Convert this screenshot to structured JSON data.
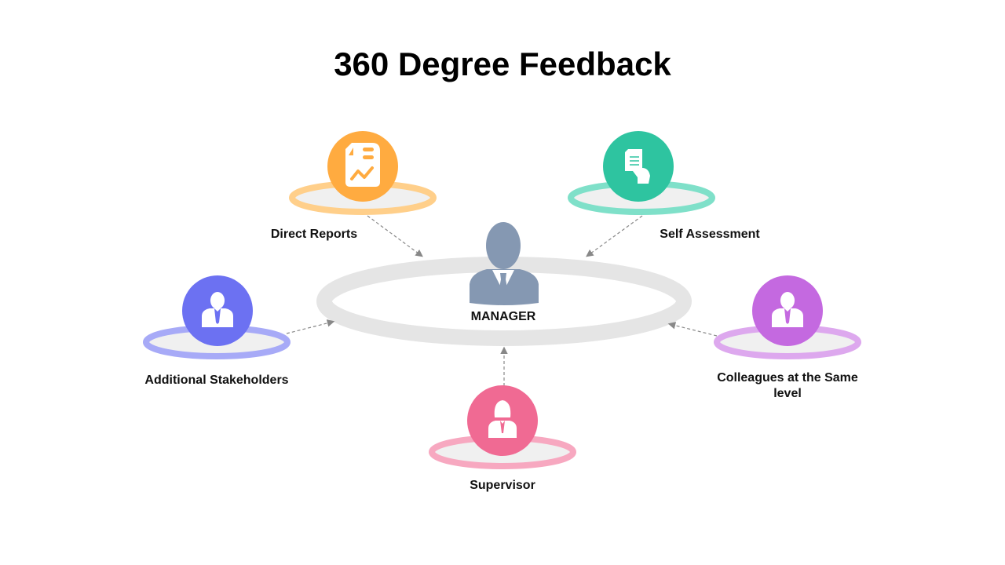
{
  "title": "360 Degree Feedback",
  "center": {
    "label": "MANAGER",
    "color": "#8598B2",
    "ring_color": "#E5E5E5"
  },
  "nodes": [
    {
      "label": "Direct Reports",
      "icon": "report-document-icon",
      "color": "#FFAB40",
      "ring_color": "#FFCF8A"
    },
    {
      "label": "Self Assessment",
      "icon": "hand-holding-document-icon",
      "color": "#2EC4A0",
      "ring_color": "#7FE0C9"
    },
    {
      "label": "Additional Stakeholders",
      "icon": "businessman-icon",
      "color": "#6C71F2",
      "ring_color": "#A7AAF7"
    },
    {
      "label": "Colleagues at the Same level",
      "icon": "businessman-icon",
      "color": "#C469E0",
      "ring_color": "#DDA8EE"
    },
    {
      "label": "Supervisor",
      "icon": "businesswoman-icon",
      "color": "#F06A93",
      "ring_color": "#F7A8C0"
    }
  ]
}
